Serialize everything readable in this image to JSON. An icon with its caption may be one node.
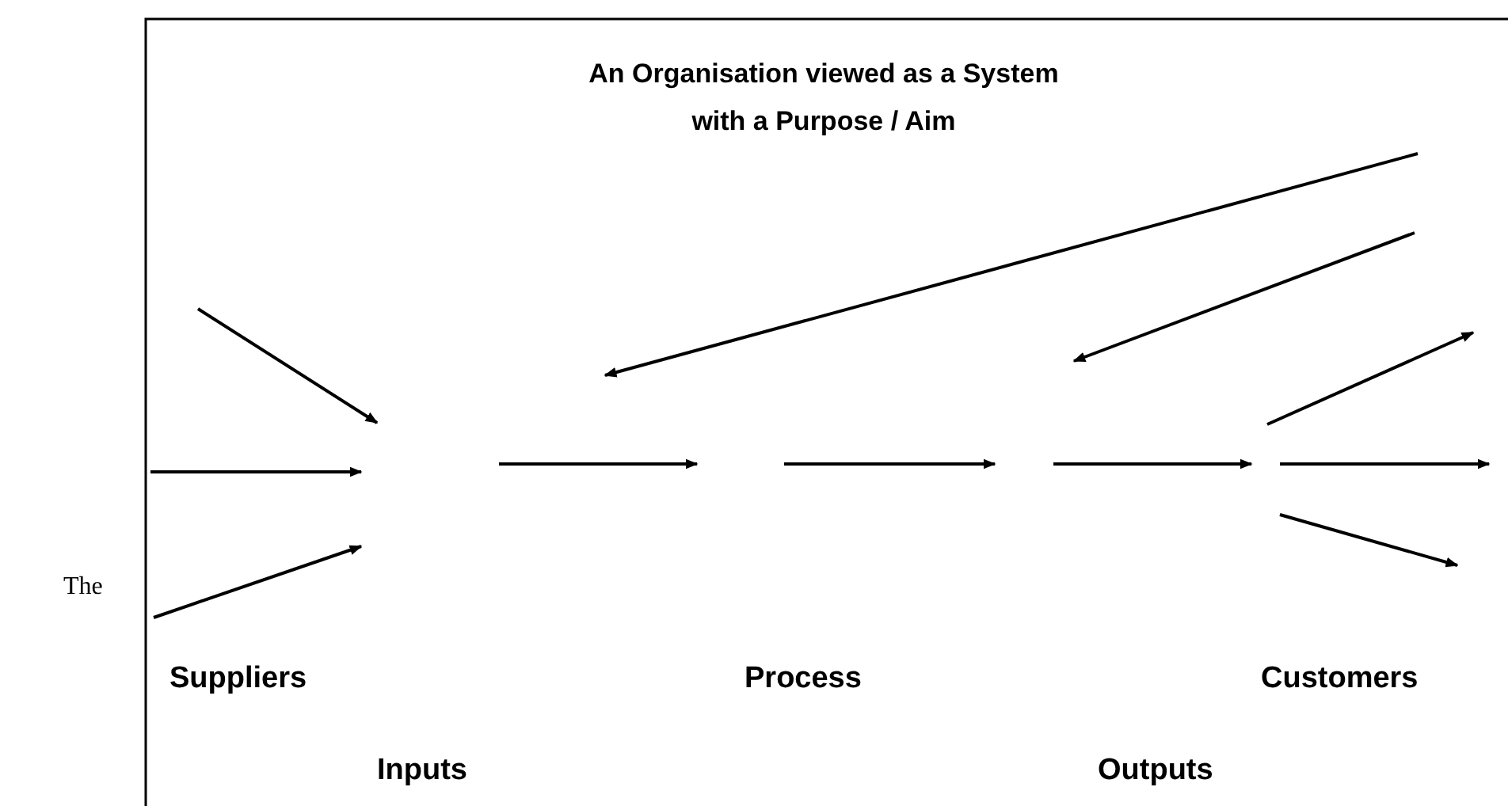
{
  "diagram": {
    "title": "An Organisation viewed as a System with a Purpose / Aim",
    "labels": [
      "The",
      "Suppliers",
      "Process",
      "Customers",
      "Inputs",
      "Outputs"
    ]
  }
}
